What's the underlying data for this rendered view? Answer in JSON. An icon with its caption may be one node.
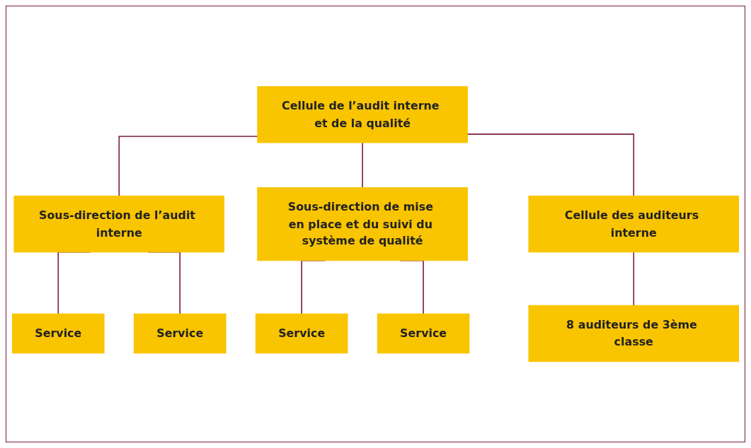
{
  "diagram": {
    "nodes": [
      {
        "text": [
          "Cellule de l’audit interne et de la qualité"
        ]
      },
      {
        "text": [
          "Sous-direction de l’audit interne"
        ]
      },
      {
        "text": [
          "Sous-direction de mise en place et du suivi du système de qualité"
        ]
      },
      {
        "text": [
          "Cellule des auditeurs interne"
        ]
      },
      {
        "text": [
          "Service"
        ]
      },
      {
        "text": [
          "Service"
        ]
      },
      {
        "text": [
          "Service"
        ]
      },
      {
        "text": [
          "Service"
        ]
      },
      {
        "text": [
          "8 auditeurs de 3ème classe"
        ]
      }
    ],
    "edges": [
      {
        "from": 0,
        "to": 1,
        "arrow": "none"
      },
      {
        "from": 0,
        "to": 2,
        "arrow": "none"
      },
      {
        "from": 0,
        "to": 3,
        "arrow": "none"
      },
      {
        "from": 1,
        "to": 4,
        "arrow": "none"
      },
      {
        "from": 1,
        "to": 5,
        "arrow": "none"
      },
      {
        "from": 2,
        "to": 6,
        "arrow": "none"
      },
      {
        "from": 2,
        "to": 7,
        "arrow": "none"
      },
      {
        "from": 3,
        "to": 8,
        "arrow": "none"
      }
    ]
  }
}
